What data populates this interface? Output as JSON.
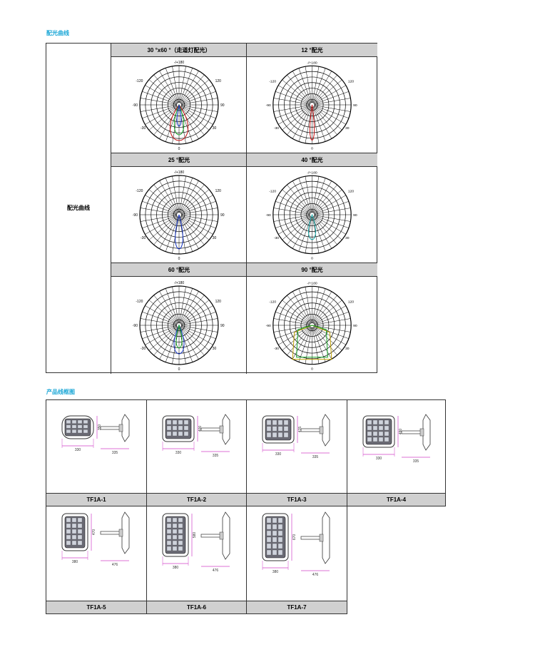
{
  "sections": {
    "photometric_title": "配光曲线",
    "outline_title": "产品线框图"
  },
  "photometric": {
    "row_label": "配光曲线",
    "cells": [
      {
        "label": "30 °x60 °（走道灯配光）",
        "curve": "corridor",
        "colors": [
          "#c01010",
          "#10a020",
          "#1030c0"
        ]
      },
      {
        "label": "12 °配光",
        "curve": "narrow",
        "colors": [
          "#c01010"
        ]
      },
      {
        "label": "25 °配光",
        "curve": "medium",
        "colors": [
          "#1030c0"
        ]
      },
      {
        "label": "40 °配光",
        "curve": "wide40",
        "colors": [
          "#10a0a0"
        ]
      },
      {
        "label": "60 °配光",
        "curve": "wide60",
        "colors": [
          "#1030c0",
          "#10a020"
        ]
      },
      {
        "label": "90 °配光",
        "curve": "wide90",
        "colors": [
          "#c0a000",
          "#10a020"
        ]
      }
    ],
    "polar_labels": {
      "top": "-/+180",
      "upper_left": "-120",
      "upper_right": "120",
      "left": "-90",
      "right": "90",
      "lower_left": "-30",
      "lower_right": "30",
      "bottom": "0"
    }
  },
  "products": [
    {
      "label": "TF1A-1",
      "front_w": "330",
      "front_h": "350",
      "side_w": "335"
    },
    {
      "label": "TF1A-2",
      "front_w": "330",
      "front_h": "400",
      "side_w": "335"
    },
    {
      "label": "TF1A-3",
      "front_w": "330",
      "front_h": "415",
      "side_w": "335"
    },
    {
      "label": "TF1A-4",
      "front_w": "330",
      "front_h": "490",
      "side_w": "335"
    },
    {
      "label": "TF1A-5",
      "front_w": "380",
      "front_h": "470",
      "side_w": "476"
    },
    {
      "label": "TF1A-6",
      "front_w": "380",
      "front_h": "580",
      "side_w": "476"
    },
    {
      "label": "TF1A-7",
      "front_w": "380",
      "front_h": "670",
      "side_w": "476"
    }
  ]
}
